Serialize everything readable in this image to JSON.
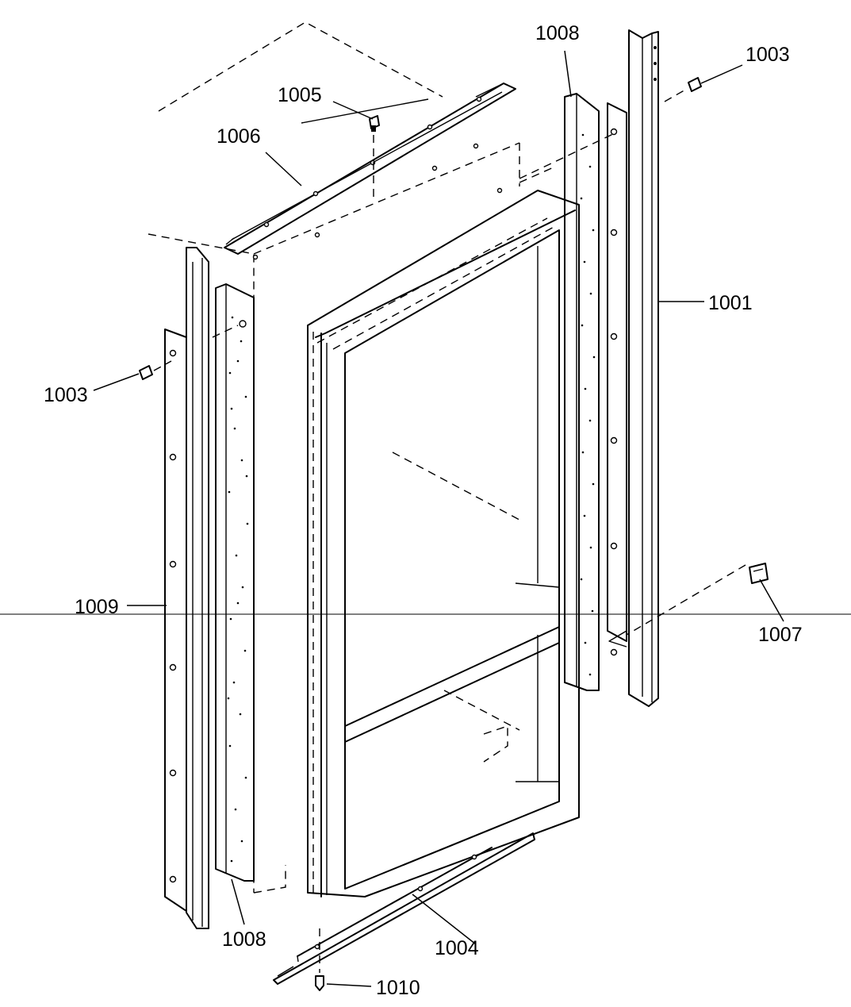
{
  "labels": {
    "l1001": "1001",
    "l1003_right": "1003",
    "l1003_left": "1003",
    "l1004": "1004",
    "l1005": "1005",
    "l1006": "1006",
    "l1007": "1007",
    "l1008_top": "1008",
    "l1008_bottom": "1008",
    "l1009": "1009",
    "l1010": "1010"
  }
}
